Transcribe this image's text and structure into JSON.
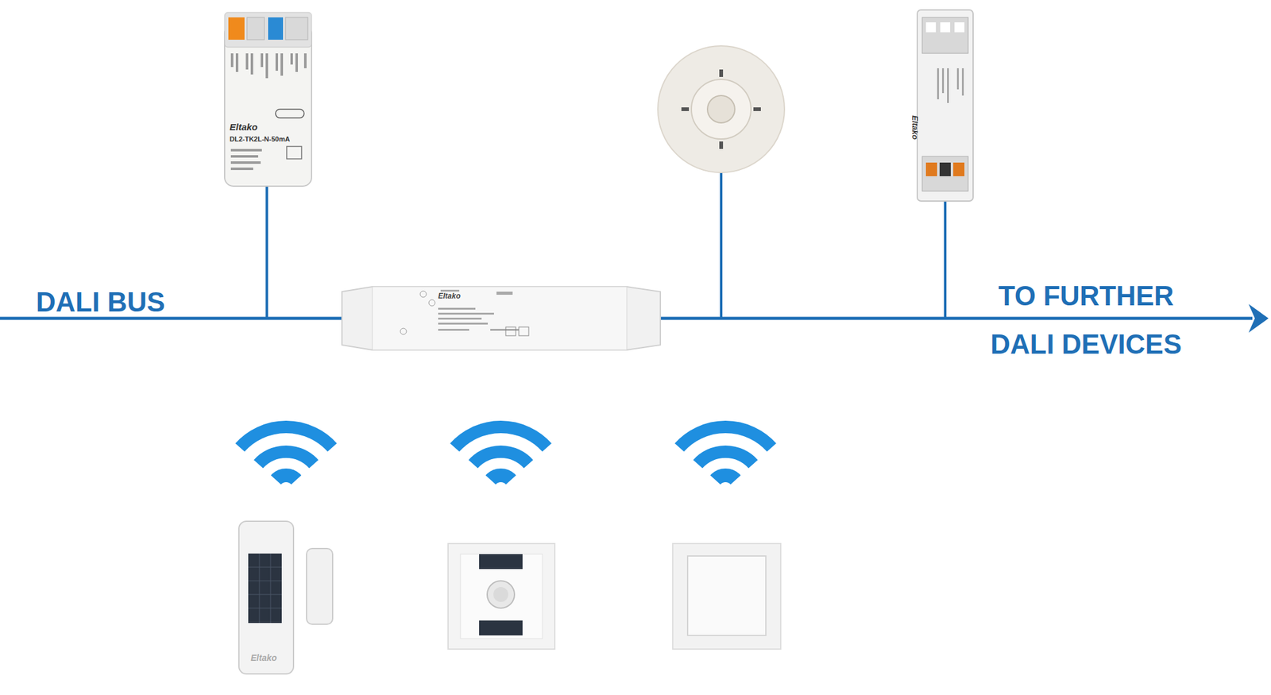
{
  "diagram": {
    "labels": [
      "Eltako",
      "DL2-TK2L-N-50mA",
      "Eltako",
      "DALI BUS",
      "Eltako",
      "TO FURTHER DALI DEVICES",
      "Eltako"
    ]
  }
}
